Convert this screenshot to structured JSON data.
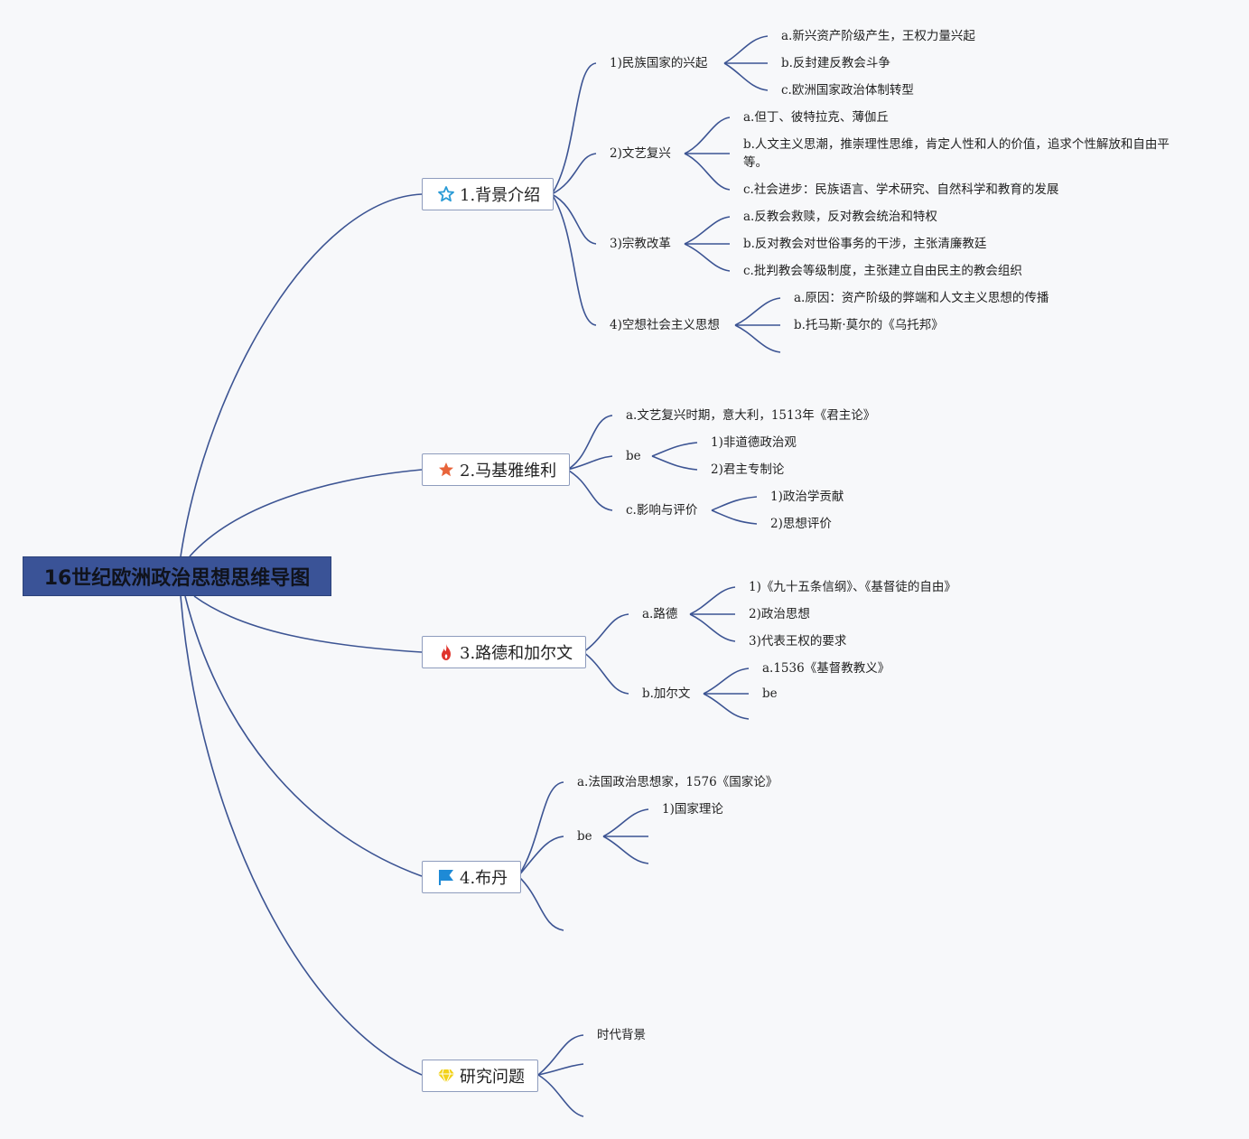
{
  "root": "16世纪欧洲政治思想思维导图",
  "branches": [
    {
      "label": "1.背景介绍",
      "icon": "star-outline-icon"
    },
    {
      "label": "2.马基雅维利",
      "icon": "star-filled-icon"
    },
    {
      "label": "3.路德和加尔文",
      "icon": "fire-icon"
    },
    {
      "label": "4.布丹",
      "icon": "flag-icon"
    },
    {
      "label": "研究问题",
      "icon": "diamond-icon"
    }
  ],
  "b1": {
    "s1": {
      "label": "1)民族国家的兴起",
      "children": [
        "a.新兴资产阶级产生，王权力量兴起",
        "b.反封建反教会斗争",
        "c.欧洲国家政治体制转型"
      ]
    },
    "s2": {
      "label": "2)文艺复兴",
      "children": [
        "a.但丁、彼特拉克、薄伽丘",
        "b.人文主义思潮，推崇理性思维，肯定人性和人的价值，追求个性解放和自由平等。",
        "c.社会进步：民族语言、学术研究、自然科学和教育的发展"
      ]
    },
    "s3": {
      "label": "3)宗教改革",
      "children": [
        "a.反教会救赎，反对教会统治和特权",
        "b.反对教会对世俗事务的干涉，主张清廉教廷",
        "c.批判教会等级制度，主张建立自由民主的教会组织"
      ]
    },
    "s4": {
      "label": "4)空想社会主义思想",
      "children": [
        "a.原因：资产阶级的弊端和人文主义思想的传播",
        "b.托马斯·莫尔的《乌托邦》"
      ]
    }
  },
  "b2": {
    "a": "a.文艺复兴时期，意大利，1513年《君主论》",
    "be": {
      "label": "be",
      "children": [
        "1)非道德政治观",
        "2)君主专制论"
      ]
    },
    "c": {
      "label": "c.影响与评价",
      "children": [
        "1)政治学贡献",
        "2)思想评价"
      ]
    }
  },
  "b3": {
    "a": {
      "label": "a.路德",
      "children": [
        "1)《九十五条信纲》、《基督徒的自由》",
        "2)政治思想",
        "3)代表王权的要求"
      ]
    },
    "b": {
      "label": "b.加尔文",
      "children": [
        "a.1536《基督教教义》",
        "be"
      ]
    }
  },
  "b4": {
    "a": "a.法国政治思想家，1576《国家论》",
    "be": {
      "label": "be",
      "children": [
        "1)国家理论"
      ]
    }
  },
  "b5": {
    "children": [
      "时代背景"
    ]
  },
  "colors": {
    "line": "#3c5493",
    "root_bg": "#3a5397",
    "star_outline": "#2a9bd6",
    "star_filled": "#e8643a",
    "fire": "#e0332b",
    "flag": "#1e8ad6",
    "diamond": "#f2d21a"
  }
}
